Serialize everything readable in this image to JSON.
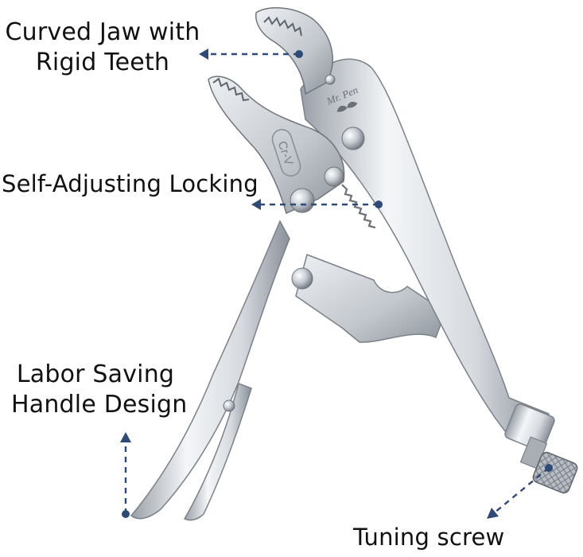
{
  "callouts": {
    "jaw": {
      "line1": "Curved Jaw with",
      "line2": "Rigid Teeth"
    },
    "locking": {
      "text": "Self-Adjusting Locking"
    },
    "handle": {
      "line1": "Labor Saving",
      "line2": "Handle Design"
    },
    "screw": {
      "text": "Tuning screw"
    }
  },
  "product": {
    "brand_mark": "Mr. Pen",
    "jaw_stamp": "Cr-V"
  },
  "colors": {
    "leader": "#2e4a78",
    "metal_light": "#f1f3f5",
    "metal_mid": "#c9ced4",
    "metal_dark": "#7b8189",
    "background": "#ffffff"
  },
  "icons": [
    "arrowhead-icon",
    "leader-dot-icon",
    "mustache-icon"
  ]
}
